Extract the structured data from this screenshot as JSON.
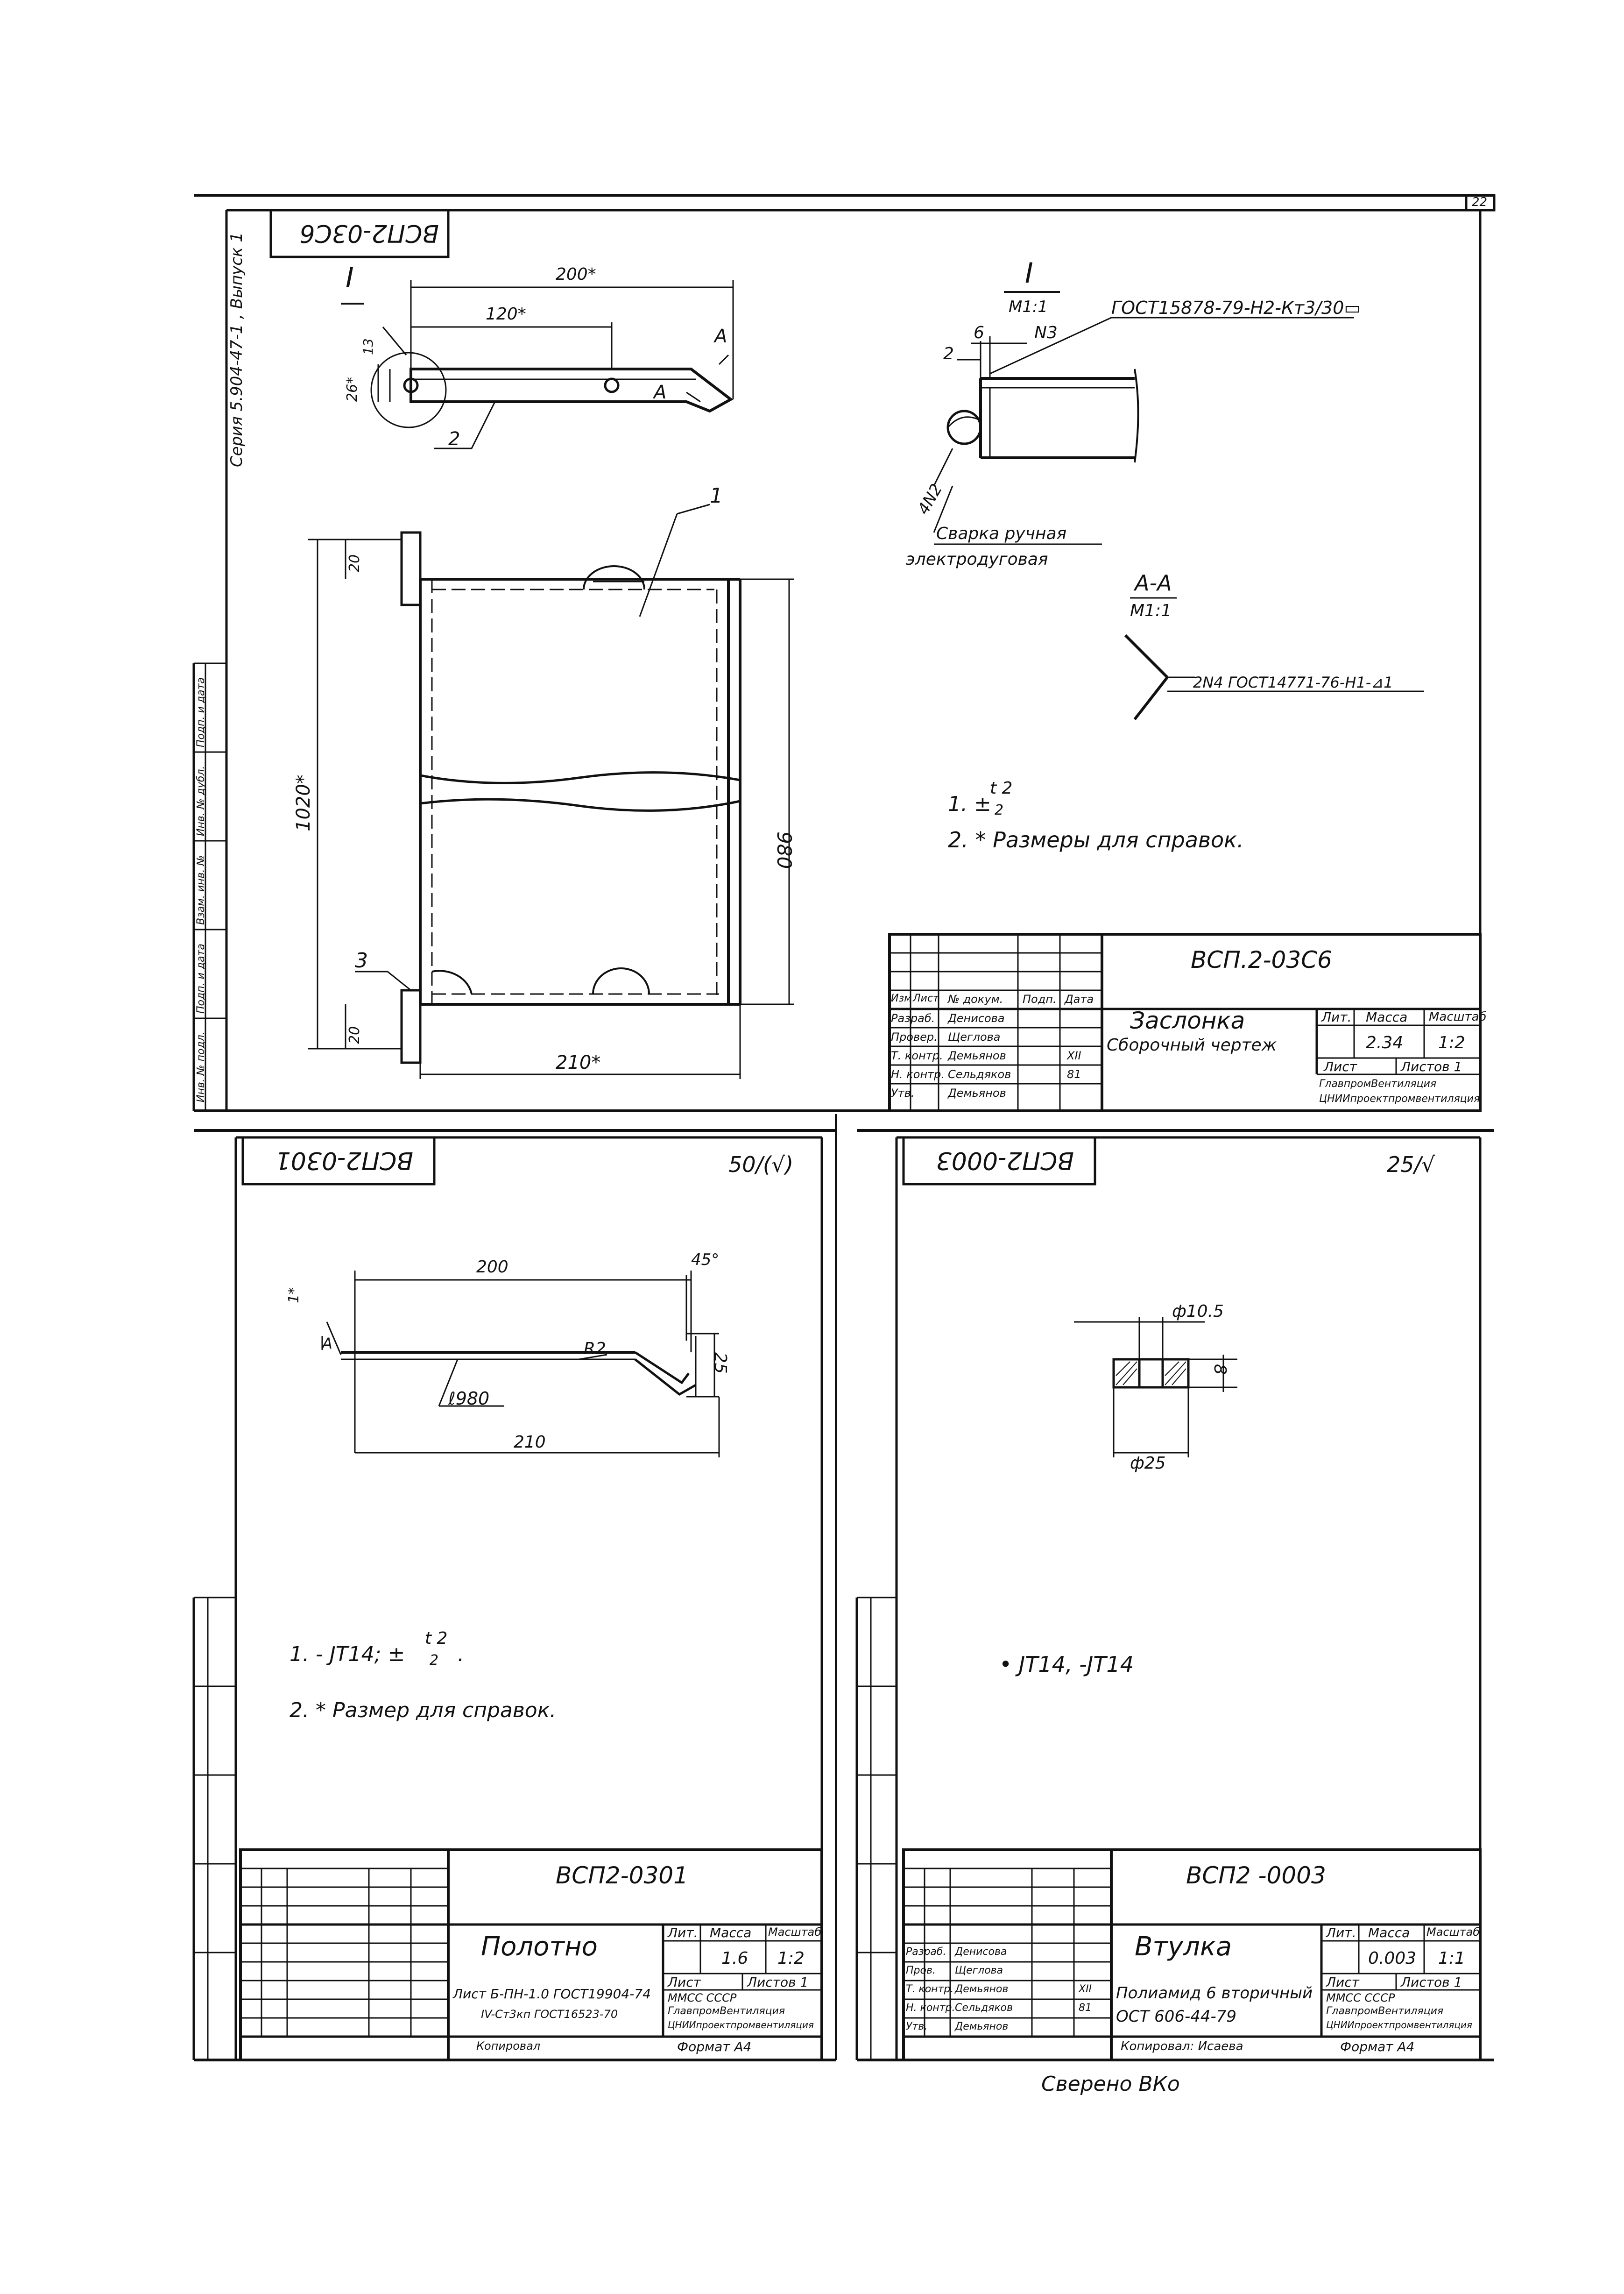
{
  "page_number": "22",
  "side_strip": {
    "vertical_series": "Серия 5.904-47-1 , Выпуск 1",
    "labels": [
      "Инв. № подл.",
      "Подп. и дата",
      "Взам. инв. №",
      "Инв. № дубл.",
      "Подп. и дата"
    ]
  },
  "sheet1": {
    "stamp": "ВСП2-03С6",
    "view_mark": "I",
    "dim_200": "200*",
    "dim_120": "120*",
    "dim_13": "13",
    "dim_26": "26*",
    "section_mark_a": "А",
    "pos_2": "2",
    "pos_1": "1",
    "pos_3": "3",
    "dim_20_top": "20",
    "dim_20_bottom": "20",
    "dim_1020": "1020*",
    "dim_980": "980",
    "dim_210": "210*",
    "detail_title": "I",
    "detail_scale": "М1:1",
    "weld_spec": "ГОСТ15878-79-Н2-Кт3/30▭",
    "dim_2": "2",
    "dim_6": "6",
    "n3": "N3",
    "weld_n2": "4N2",
    "weld_note_1": "Сварка ручная",
    "weld_note_2": "электродуговая",
    "section_aa": "А-А",
    "section_aa_scale": "М1:1",
    "section_weld": "2N4 ГОСТ14771-76-Н1-⊿1",
    "note_1_prefix": "1. ±",
    "note_1_frac_top": "t 2",
    "note_1_frac_bottom": "2",
    "note_2": "2. * Размеры для справок.",
    "title_block": {
      "doc_code": "ВСП.2-03С6",
      "name_1": "Заслонка",
      "name_2": "Сборочный чертеж",
      "col_headers": [
        "Изм",
        "Лист",
        "№ докум.",
        "Подп.",
        "Дата"
      ],
      "people": [
        {
          "role": "Разраб.",
          "name": "Денисова",
          "date": ""
        },
        {
          "role": "Провер.",
          "name": "Щеглова",
          "date": ""
        },
        {
          "role": "Т. контр.",
          "name": "Демьянов",
          "date": "XII"
        },
        {
          "role": "Н. контр.",
          "name": "Сельдяков",
          "date": "81"
        },
        {
          "role": "Утв.",
          "name": "Демьянов",
          "date": ""
        }
      ],
      "lit_label": "Лит.",
      "mass_label": "Масса",
      "scale_label": "Масштаб",
      "mass": "2.34",
      "scale": "1:2",
      "sheet_label": "Лист",
      "sheets_label": "Листов 1",
      "org_1": "ГлавпромВентиляция",
      "org_2": "ЦНИИпроектпромвентиляция"
    }
  },
  "sheet2": {
    "stamp": "ВСП2-0301",
    "roughness": "50/(√)",
    "dim_200": "200",
    "dim_45": "45°",
    "dim_1": "1*",
    "section_a": "А",
    "r2": "R2",
    "dim_25": "25",
    "l980": "ℓ980",
    "dim_210": "210",
    "note_1_prefix": "1. - JT14; ±",
    "note_1_frac_top": "t 2",
    "note_1_frac_bottom": "2",
    "note_1_end": ".",
    "note_2": "2. * Размер для справок.",
    "title_block": {
      "doc_code": "ВСП2-0301",
      "name": "Полотно",
      "lit_label": "Лит.",
      "mass_label": "Масса",
      "scale_label": "Масштаб",
      "mass": "1.6",
      "scale": "1:2",
      "sheet_label": "Лист",
      "sheets_label": "Листов 1",
      "material_1": "Лист Б-ПН-1.0 ГОСТ19904-74",
      "material_2": "IV-Ст3кп ГОСТ16523-70",
      "org_1": "ММСС СССР",
      "org_2": "ГлавпромВентиляция",
      "org_3": "ЦНИИпроектпромвентиляция",
      "copied": "Копировал",
      "format": "Формат А4"
    }
  },
  "sheet3": {
    "stamp": "ВСП2-0003",
    "roughness": "25/√",
    "d105": "ф10.5",
    "dim_8": "8",
    "d25": "ф25",
    "note": "• JT14, -JT14",
    "title_block": {
      "doc_code": "ВСП2 -0003",
      "name": "Втулка",
      "lit_label": "Лит.",
      "mass_label": "Масса",
      "scale_label": "Масштаб",
      "mass": "0.003",
      "scale": "1:1",
      "sheet_label": "Лист",
      "sheets_label": "Листов 1",
      "people": [
        {
          "role": "Разраб.",
          "name": "Денисова",
          "date": ""
        },
        {
          "role": "Пров.",
          "name": "Щеглова",
          "date": ""
        },
        {
          "role": "Т. контр.",
          "name": "Демьянов",
          "date": "XII"
        },
        {
          "role": "Н. контр.",
          "name": "Сельдяков",
          "date": "81"
        },
        {
          "role": "Утв.",
          "name": "Демьянов",
          "date": ""
        }
      ],
      "material_1": "Полиамид 6 вторичный",
      "material_2": "ОСТ 606-44-79",
      "org_1": "ММСС СССР",
      "org_2": "ГлавпромВентиляция",
      "org_3": "ЦНИИпроектпромвентиляция",
      "copied": "Копировал: Исаева",
      "format": "Формат А4"
    }
  },
  "checked_signature": "Сверено ВКо"
}
